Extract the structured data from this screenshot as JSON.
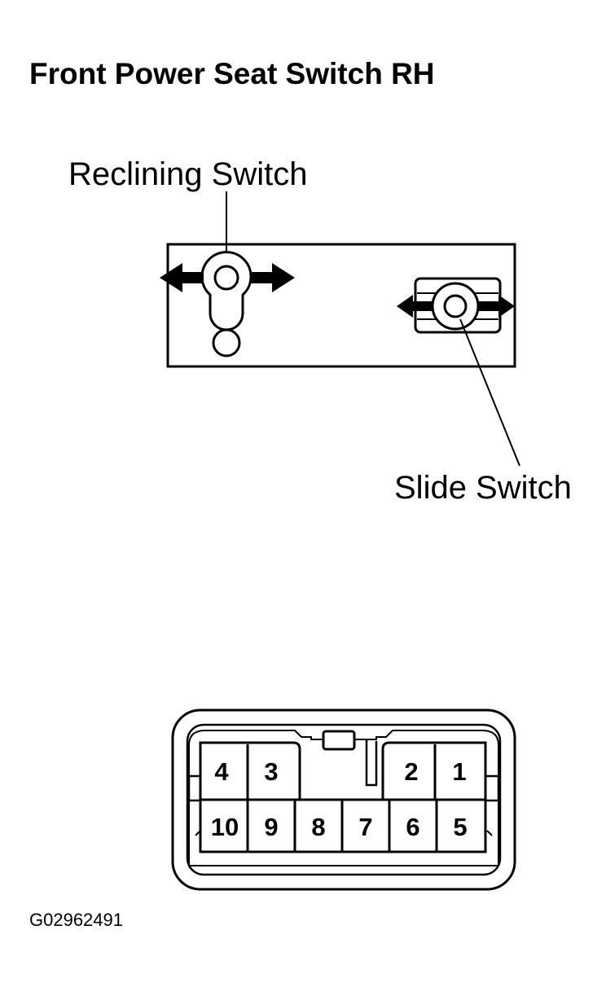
{
  "title": "Front Power Seat Switch RH",
  "labels": {
    "reclining_switch": "Reclining Switch",
    "slide_switch": "Slide Switch"
  },
  "connector": {
    "top_row_left": [
      "4",
      "3"
    ],
    "top_row_right": [
      "2",
      "1"
    ],
    "bottom_row": [
      "10",
      "9",
      "8",
      "7",
      "6",
      "5"
    ]
  },
  "figure_id": "G02962491"
}
